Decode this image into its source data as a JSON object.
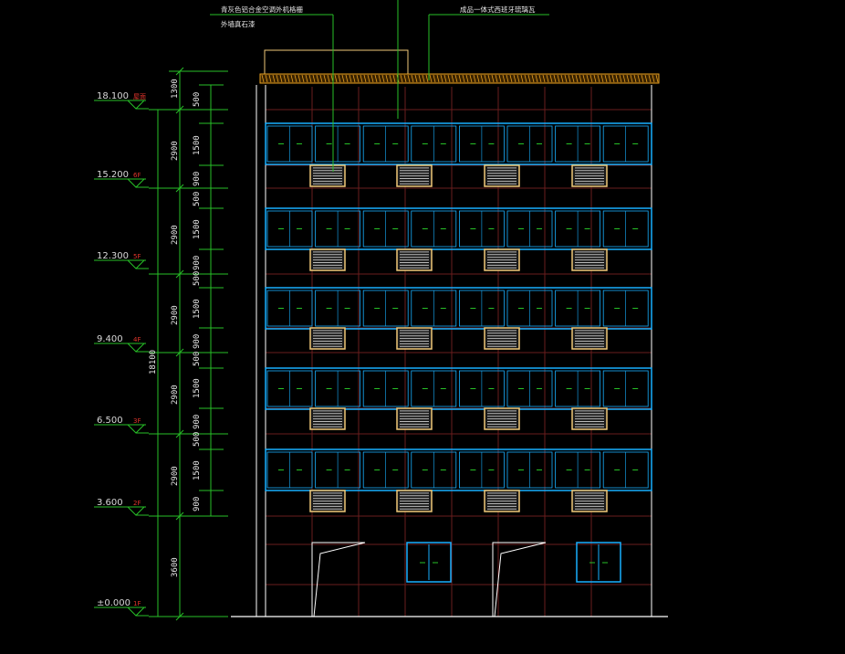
{
  "annotations": {
    "left_line1": "青灰色铝合金空调外机格栅",
    "left_line2": "外墙真石漆",
    "right": "成品一体式西班牙琉璃瓦"
  },
  "levels": [
    {
      "elev": "18.100",
      "floor": "屋面"
    },
    {
      "elev": "15.200",
      "floor": "6F"
    },
    {
      "elev": "12.300",
      "floor": "5F"
    },
    {
      "elev": "9.400",
      "floor": "4F"
    },
    {
      "elev": "6.500",
      "floor": "3F"
    },
    {
      "elev": "3.600",
      "floor": "2F"
    },
    {
      "elev": "±0.000",
      "floor": "1F"
    }
  ],
  "dims": {
    "total": "18100",
    "parapet": "1300",
    "floor_height": "2900",
    "ground_floor": "3600",
    "sub": [
      "500",
      "1500",
      "900"
    ]
  },
  "colors": {
    "green": "#27c027",
    "window": "#18b0ff",
    "grille": "#f0c878",
    "grid": "#6a1e1e",
    "roof": "#e8a020"
  }
}
